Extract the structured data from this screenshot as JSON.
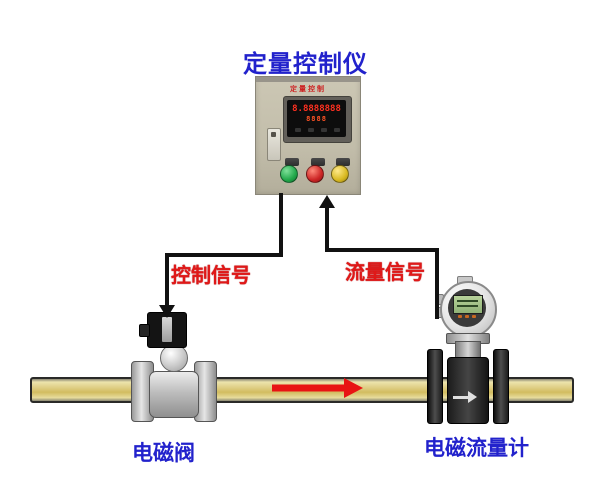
{
  "diagram": {
    "title": "定量控制仪",
    "control_signal_label": "控制信号",
    "flow_signal_label": "流量信号",
    "valve_label": "电磁阀",
    "flow_meter_label": "电磁流量计"
  },
  "controller_panel": {
    "name_plate": "定量控制",
    "display": {
      "row1": "8.8888888",
      "row2": "8888"
    },
    "buttons": [
      {
        "name": "start-button",
        "color": "#22a84a"
      },
      {
        "name": "stop-button",
        "color": "#cc2525"
      },
      {
        "name": "power-button",
        "color": "#d9b922"
      }
    ]
  },
  "colors": {
    "label_blue": "#2222cc",
    "signal_red": "#e01818",
    "wire_black": "#111111",
    "pipe_gold": "#d9c878",
    "flow_arrow_red": "#e81414",
    "cabinet_beige": "#c2bdaa",
    "lcd_green": "#a3c288"
  }
}
